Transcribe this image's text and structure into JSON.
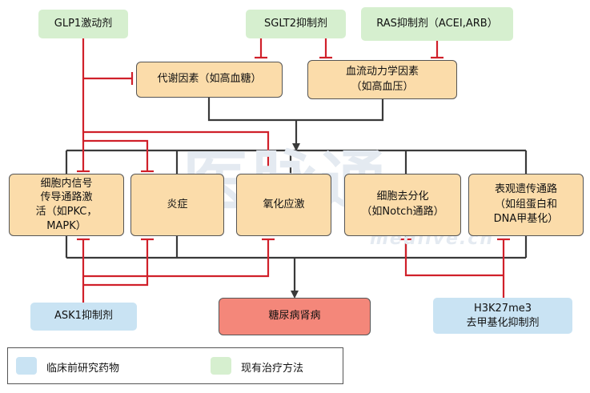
{
  "colors": {
    "existing_therapy": "#d6efcf",
    "preclinical_drug": "#c9e3f3",
    "mechanism_box": "#fbdcaa",
    "outcome_box": "#f4877a",
    "inhibition_line": "#d0202a",
    "flow_line": "#3a3a3a"
  },
  "therapies": {
    "glp1": "GLP1激动剂",
    "sglt2": "SGLT2抑制剂",
    "ras": "RAS抑制剂（ACEI,ARB）"
  },
  "factors": {
    "metabolic": "代谢因素（如高血糖）",
    "hemodynamic": "血流动力学因素\n（如高血压）"
  },
  "mechanisms": {
    "signaling": "细胞内信号\n传导通路激\n活（如PKC，\nMAPK）",
    "inflammation": "炎症",
    "oxidative": "氧化应激",
    "dedifferentiation": "细胞去分化\n（如Notch通路）",
    "epigenetic": "表观遗传通路\n（如组蛋白和\nDNA甲基化）"
  },
  "preclinical": {
    "ask1": "ASK1抑制剂",
    "h3k27": "H3K27me3\n去甲基化抑制剂"
  },
  "outcome": {
    "label": "糖尿病肾病"
  },
  "legend": {
    "preclinical_label": "临床前研究药物",
    "existing_label": "现有治疗方法"
  }
}
